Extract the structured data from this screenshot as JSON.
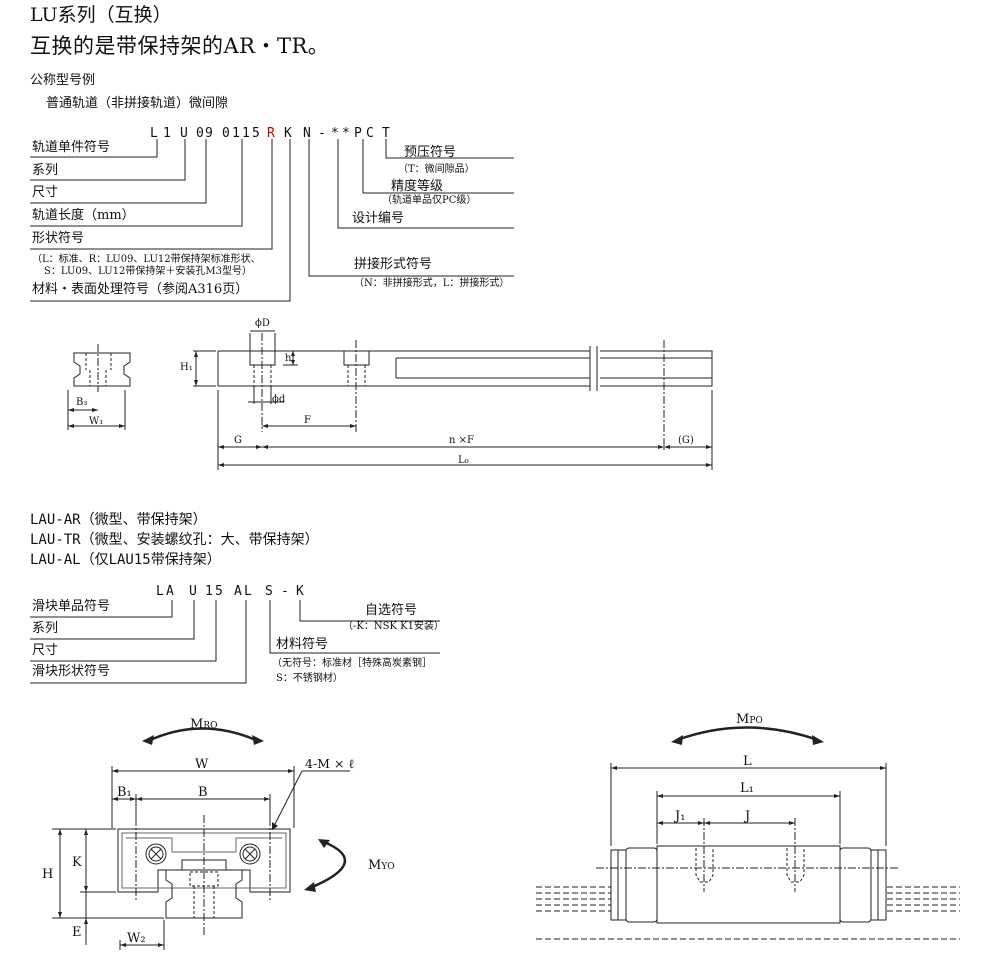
{
  "title": "LU系列（互换）",
  "subtitle": "互换的是带保持架的AR・TR。",
  "example_label": "公称型号例",
  "rail_type": "普通轨道（非拼接轨道）微间隙",
  "rail_code": {
    "chars": [
      "L",
      "1",
      "U",
      "0",
      "9",
      "0",
      "1",
      "1",
      "5",
      "R",
      "K",
      "N",
      "-",
      "*",
      "*",
      "P",
      "C",
      "T"
    ],
    "rail_single": "轨道单件符号",
    "series": "系列",
    "size": "尺寸",
    "rail_length": "轨道长度（mm）",
    "shape": "形状符号",
    "shape_note_1": "（L：标准、R：LU09、LU12带保持架标准形状、",
    "shape_note_2": "S：LU09、LU12带保持架＋安装孔M3型号）",
    "material": "材料・表面处理符号（参阅A316页）",
    "preload": "预压符号",
    "preload_note": "（T：微间隙品）",
    "accuracy": "精度等级",
    "accuracy_note": "（轨道单品仅PC级）",
    "design": "设计编号",
    "joint": "拼接形式符号",
    "joint_note": "（N：非拼接形式，L：拼接形式）"
  },
  "rail_drawing": {
    "phiD": "ϕD",
    "h": "h",
    "phid": "ϕd",
    "H1": "H₁",
    "B3": "B₃",
    "W1": "W₁",
    "F": "F",
    "G": "G",
    "nF": "n ×F",
    "G_paren": "(G)",
    "L0": "L₀"
  },
  "block_types": [
    "LAU-AR（微型、带保持架）",
    "LAU-TR（微型、安装螺纹孔：大、带保持架）",
    "LAU-AL（仅LAU15带保持架）"
  ],
  "block_code": {
    "chars": [
      "L",
      "A",
      "U",
      "1",
      "5",
      "A",
      "L",
      "S",
      "-",
      "K"
    ],
    "block_single": "滑块单品符号",
    "series": "系列",
    "size": "尺寸",
    "shape": "滑块形状符号",
    "option": "自选符号",
    "option_note": "（-K：NSK K1安装）",
    "material": "材料符号",
    "material_note_1": "（无符号：标准材［特殊高炭素钢］",
    "material_note_2": "S：不锈钢材）"
  },
  "block_drawing": {
    "MRO": "M",
    "MRO_sub": "RO",
    "W": "W",
    "four_M": "4-M × ℓ",
    "B1": "B₁",
    "B": "B",
    "H": "H",
    "K": "K",
    "E": "E",
    "W2": "W₂",
    "MYO": "M",
    "MYO_sub": "YO",
    "MPO": "M",
    "MPO_sub": "PO",
    "L": "L",
    "L1": "L₁",
    "J1": "J₁",
    "J": "J"
  }
}
